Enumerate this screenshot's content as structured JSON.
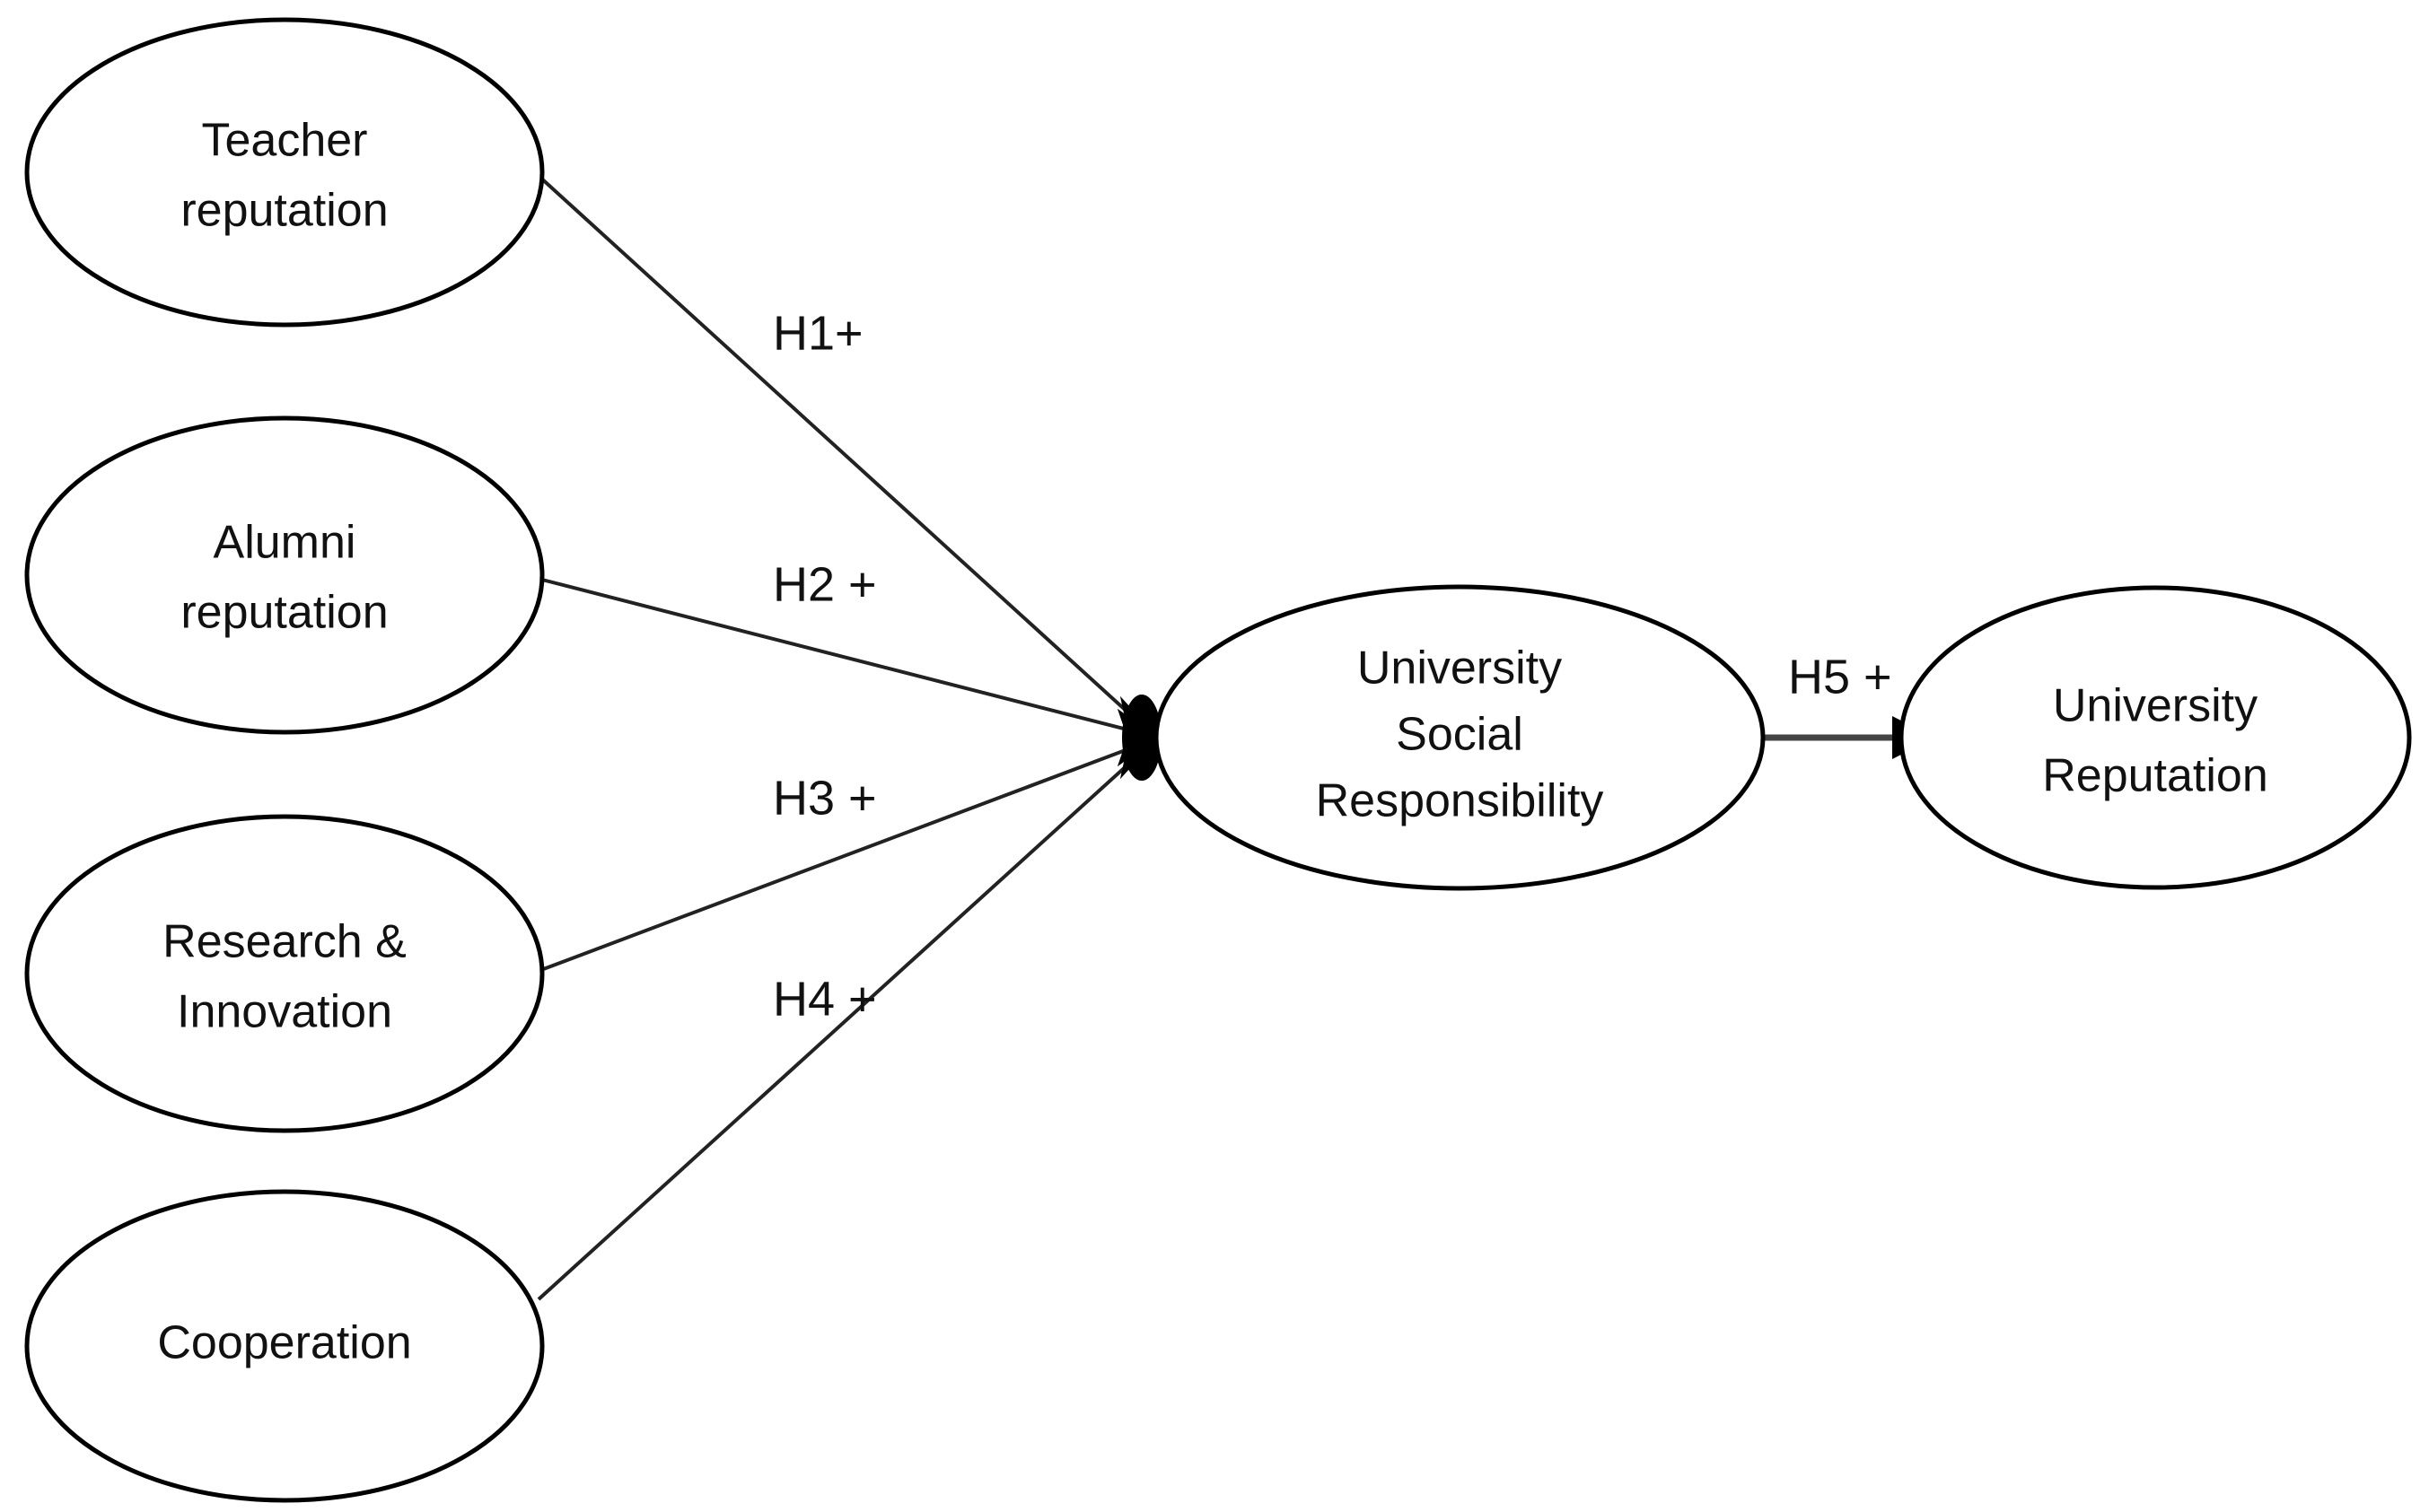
{
  "diagram": {
    "type": "conceptual-path-model",
    "background_color": "#ffffff",
    "line_color": "#222222",
    "node_stroke_color": "#000000",
    "text_color": "#111111"
  },
  "nodes": {
    "teacher_reputation": {
      "line1": "Teacher",
      "line2": "reputation"
    },
    "alumni_reputation": {
      "line1": "Alumni",
      "line2": "reputation"
    },
    "research_innovation": {
      "line1": "Research &",
      "line2": "Innovation"
    },
    "cooperation": {
      "line1": "Cooperation"
    },
    "university_social_responsibility": {
      "line1": "University",
      "line2": "Social",
      "line3": "Responsibility"
    },
    "university_reputation": {
      "line1": "University",
      "line2": "Reputation"
    }
  },
  "hypotheses": {
    "h1": "H1+",
    "h2": "H2 +",
    "h3": "H3 +",
    "h4": "H4 +",
    "h5": "H5 +"
  }
}
